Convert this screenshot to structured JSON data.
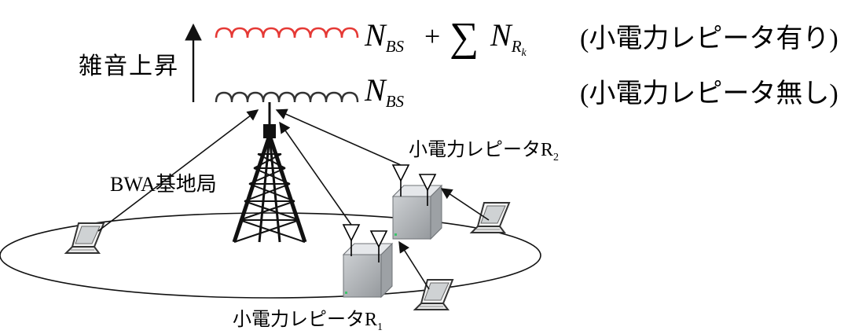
{
  "noise_rise_label": "雑音上昇",
  "with_repeater": {
    "base": "N",
    "base_sub": "BS",
    "plus": "+",
    "sum": "∑",
    "rep": "N",
    "rep_sub": "R",
    "rep_subsub": "k",
    "note": "(小電力レピータ有り)",
    "wave_color": "#e53935"
  },
  "without_repeater": {
    "base": "N",
    "base_sub": "BS",
    "note": "(小電力レピータ無し)",
    "wave_color": "#333333"
  },
  "base_station_label": "BWA基地局",
  "repeater_r2": {
    "label": "小電力レピータR",
    "sub": "2"
  },
  "repeater_r1": {
    "label": "小電力レピータR",
    "sub": "1"
  }
}
